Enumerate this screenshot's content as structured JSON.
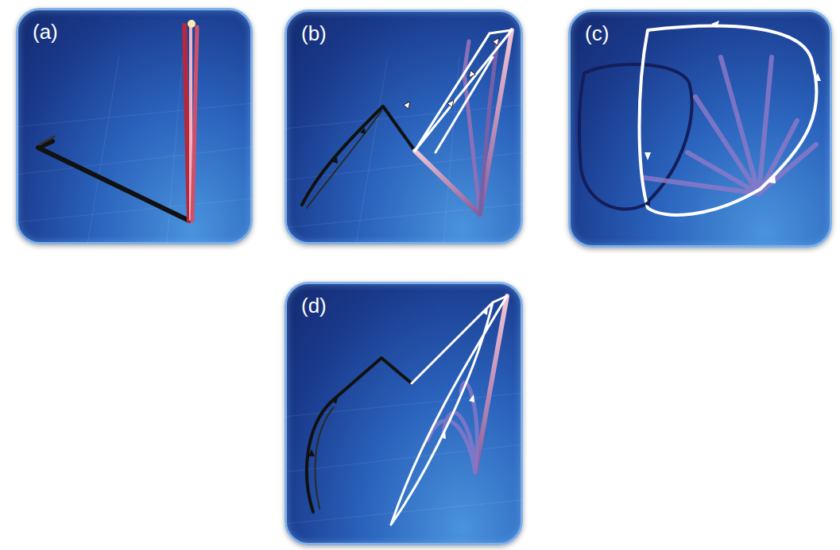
{
  "diagram": {
    "nodes": [
      {
        "text": [
          "(a)"
        ]
      },
      {
        "text": [
          "(b)"
        ]
      },
      {
        "text": [
          "(c)"
        ]
      },
      {
        "text": [
          "(d)"
        ]
      }
    ]
  }
}
